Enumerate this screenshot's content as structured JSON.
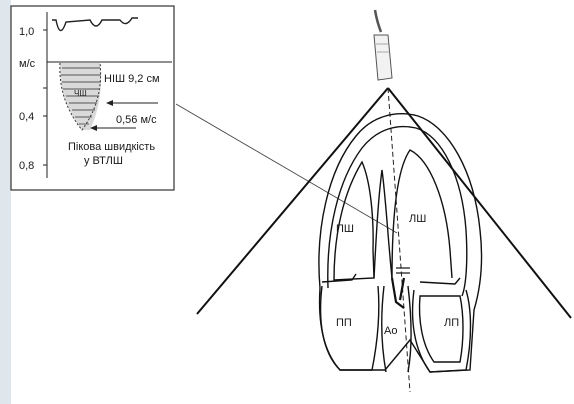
{
  "doppler_inset": {
    "y_ticks": [
      "1,0",
      "м/с",
      "0,4",
      "0,8"
    ],
    "annotations": {
      "vti": "НІШ 9,2 см",
      "cardiac_rate": "ЧШ",
      "velocity": "0,56 м/с",
      "peak_line1": "Пікова швидкість",
      "peak_line2": "у ВТЛШ"
    }
  },
  "heart": {
    "labels": {
      "rv": "ПШ",
      "lv": "ЛШ",
      "ra": "ПП",
      "ao": "Ао",
      "la": "ЛП"
    }
  }
}
